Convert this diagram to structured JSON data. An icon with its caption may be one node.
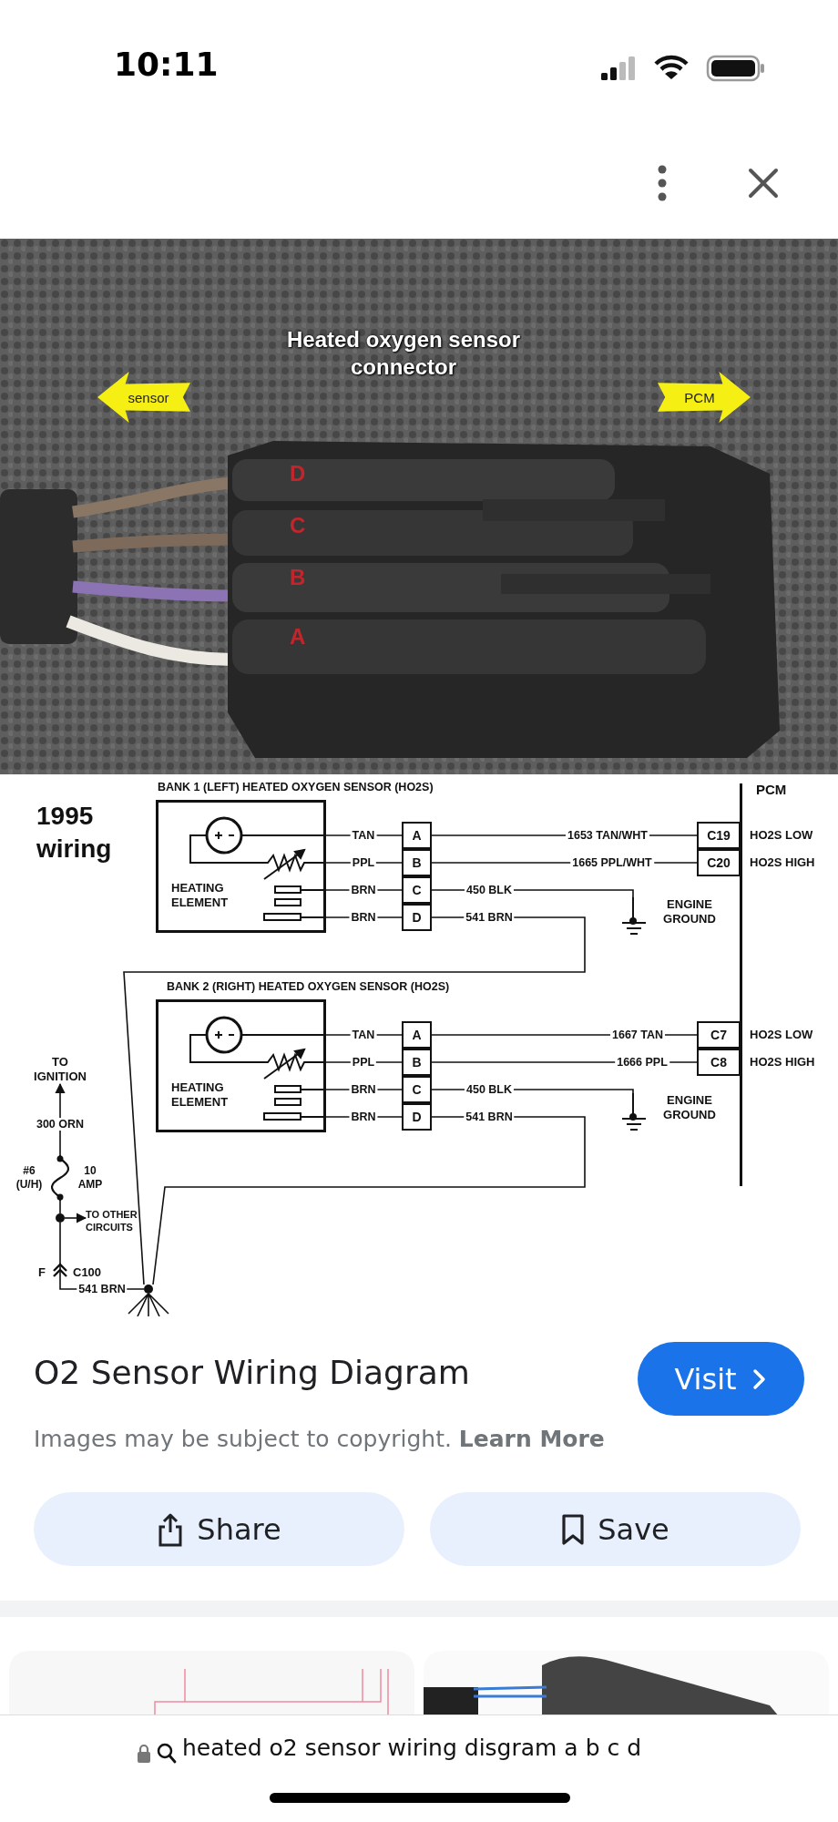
{
  "diagram": {
    "title": "O2 Sensor Wiring Diagram",
    "nodes": [
      {
        "text": [
          "sensor"
        ]
      },
      {
        "text": [
          "PCM"
        ]
      },
      {
        "text": [
          "HEATING ELEMENT"
        ]
      },
      {
        "text": [
          "A"
        ]
      },
      {
        "text": [
          "B"
        ]
      },
      {
        "text": [
          "C"
        ]
      },
      {
        "text": [
          "D"
        ]
      },
      {
        "text": [
          "PCM"
        ]
      },
      {
        "text": [
          "C19"
        ],
        "beside": [
          "HO2S LOW"
        ]
      },
      {
        "text": [
          "C20"
        ],
        "beside": [
          "HO2S HIGH"
        ]
      },
      {
        "text": [
          "ENGINE GROUND"
        ]
      },
      {
        "text": [
          "TO IGNITION"
        ]
      },
      {
        "text": [
          "HEATING ELEMENT"
        ]
      },
      {
        "text": [
          "A"
        ]
      },
      {
        "text": [
          "B"
        ]
      },
      {
        "text": [
          "C"
        ]
      },
      {
        "text": [
          "D"
        ]
      },
      {
        "text": [
          "C7"
        ],
        "beside": [
          "HO2S LOW"
        ]
      },
      {
        "text": [
          "C8"
        ],
        "beside": [
          "HO2S HIGH"
        ]
      },
      {
        "text": [
          "ENGINE GROUND"
        ]
      },
      {
        "text": [],
        "shape": "fuse",
        "beside": [
          "#6 (U/H)",
          "10 AMP"
        ]
      },
      {
        "text": [],
        "shape": "dot"
      },
      {
        "text": [
          "TO OTHER CIRCUITS"
        ]
      },
      {
        "text": [],
        "shape": "dot"
      },
      {
        "text": [
          "Visit"
        ]
      },
      {
        "text": [
          "Share"
        ]
      },
      {
        "text": [
          "Save"
        ]
      }
    ],
    "edges": [
      {
        "from": 2,
        "to": 3,
        "arrow": "none",
        "label": "TAN"
      },
      {
        "from": 2,
        "to": 4,
        "arrow": "none",
        "label": "PPL"
      },
      {
        "from": 2,
        "to": 5,
        "arrow": "none",
        "label": "BRN"
      },
      {
        "from": 2,
        "to": 6,
        "arrow": "none",
        "label": "BRN"
      },
      {
        "from": 3,
        "to": 8,
        "arrow": "none",
        "label": "1653 TAN/WHT"
      },
      {
        "from": 4,
        "to": 9,
        "arrow": "none",
        "label": "1665 PPL/WHT"
      },
      {
        "from": 5,
        "to": 10,
        "arrow": "none",
        "label": "450 BLK"
      },
      {
        "from": 6,
        "to": 23,
        "arrow": "none",
        "label": "541 BRN"
      },
      {
        "from": 12,
        "to": 13,
        "arrow": "none",
        "label": "TAN"
      },
      {
        "from": 12,
        "to": 14,
        "arrow": "none",
        "label": "PPL"
      },
      {
        "from": 12,
        "to": 15,
        "arrow": "none",
        "label": "BRN"
      },
      {
        "from": 12,
        "to": 16,
        "arrow": "none",
        "label": "BRN"
      },
      {
        "from": 13,
        "to": 17,
        "arrow": "none",
        "label": "1667 TAN"
      },
      {
        "from": 14,
        "to": 18,
        "arrow": "none",
        "label": "1666 PPL"
      },
      {
        "from": 15,
        "to": 19,
        "arrow": "none",
        "label": "450 BLK"
      },
      {
        "from": 16,
        "to": 23,
        "arrow": "none",
        "label": "541 BRN"
      },
      {
        "from": 20,
        "to": 11,
        "arrow": "to",
        "label": "300 ORN"
      },
      {
        "from": 20,
        "to": 21,
        "arrow": "none"
      },
      {
        "from": 21,
        "to": 22,
        "arrow": "to"
      },
      {
        "from": 23,
        "to": 21,
        "arrow": "to",
        "label": "541 BRN"
      }
    ],
    "labels": [
      "10:11",
      "Heated oxygen sensor connector",
      "D",
      "C",
      "B",
      "A",
      "1995 wiring",
      "BANK 1 (LEFT) HEATED OXYGEN SENSOR (HO2S)",
      "BANK 2 (RIGHT) HEATED OXYGEN SENSOR (HO2S)",
      "F",
      "C100",
      "Images may be subject to copyright. **Learn More**",
      "heated o2 sensor wiring disgram a b c d"
    ]
  }
}
